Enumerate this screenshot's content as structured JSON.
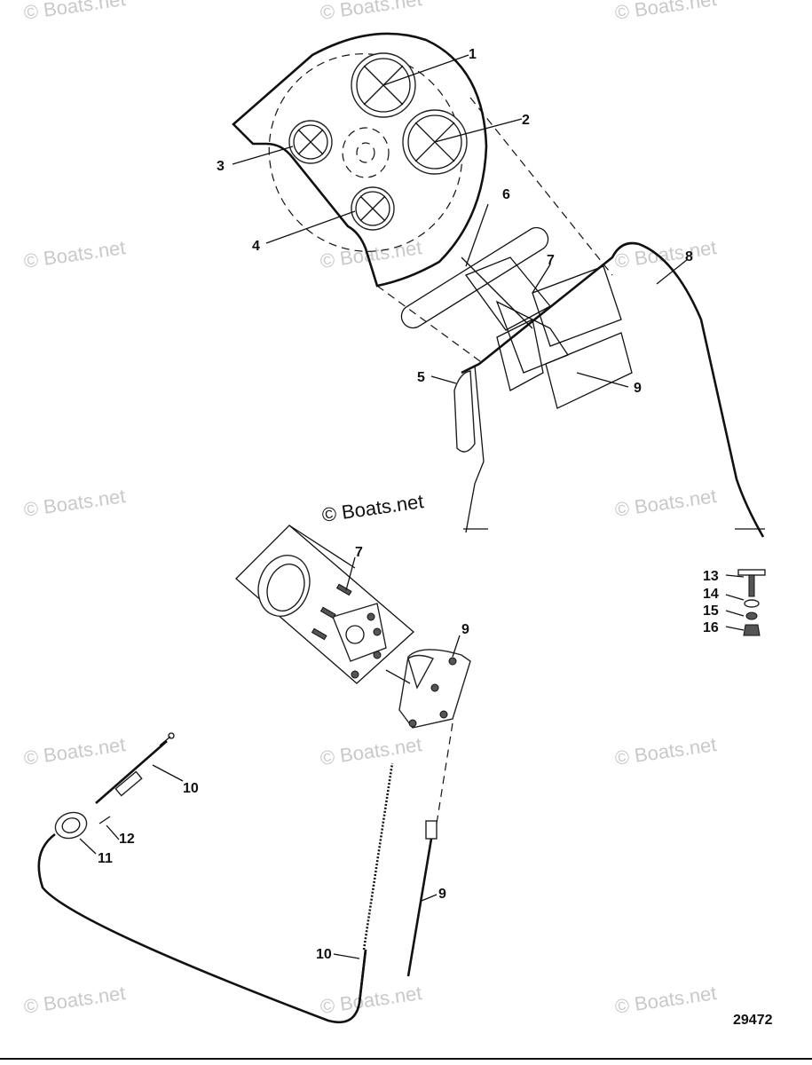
{
  "watermarks": [
    "© Boats.net",
    "© Boats.net",
    "© Boats.net",
    "© Boats.net",
    "© Boats.net",
    "© Boats.net",
    "© Boats.net",
    "© Boats.net",
    "© Boats.net",
    "© Boats.net",
    "© Boats.net",
    "© Boats.net",
    "© Boats.net"
  ],
  "copyright": "© Boats.net",
  "figure_number": "29472",
  "callouts": [
    "1",
    "2",
    "3",
    "4",
    "5",
    "6",
    "7",
    "8",
    "9",
    "7",
    "9",
    "10",
    "11",
    "12",
    "10",
    "9",
    "13",
    "14",
    "15",
    "16"
  ]
}
